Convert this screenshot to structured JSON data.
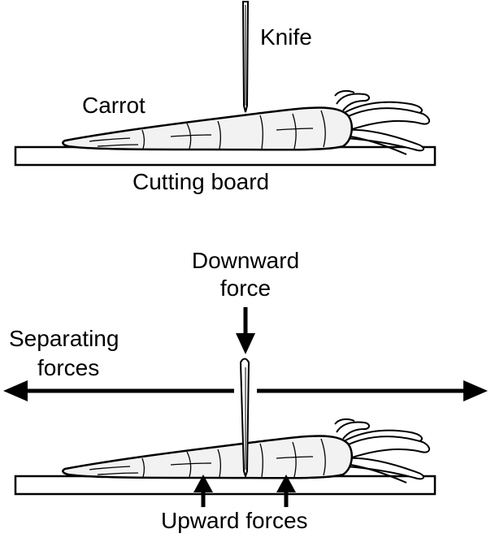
{
  "colors": {
    "ink": "#000000",
    "paper": "#ffffff",
    "carrot_fill": "#f2f2f2",
    "board_fill": "#ffffff"
  },
  "top_panel": {
    "knife_label": "Knife",
    "carrot_label": "Carrot",
    "board_label": "Cutting board"
  },
  "bottom_panel": {
    "downward_label_line1": "Downward",
    "downward_label_line2": "force",
    "separating_label_line1": "Separating",
    "separating_label_line2": "forces",
    "upward_label": "Upward forces"
  }
}
